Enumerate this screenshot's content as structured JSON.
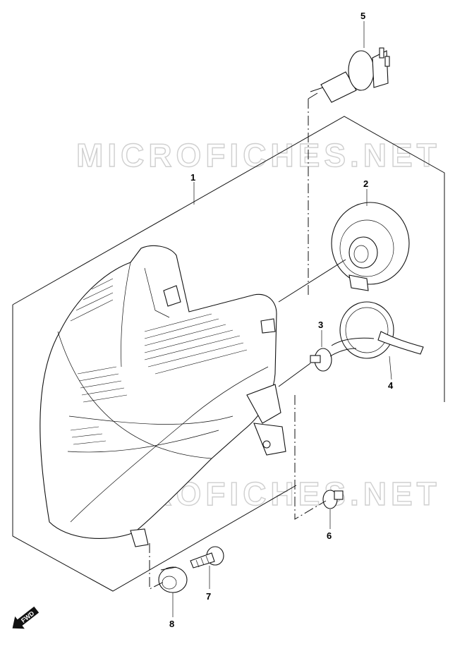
{
  "watermark": "MICROFICHES.NET",
  "fwd_label": "FWD",
  "callouts": [
    {
      "id": "callout-1",
      "label": "1"
    },
    {
      "id": "callout-2",
      "label": "2"
    },
    {
      "id": "callout-3",
      "label": "3"
    },
    {
      "id": "callout-4",
      "label": "4"
    },
    {
      "id": "callout-5",
      "label": "5"
    },
    {
      "id": "callout-6",
      "label": "6"
    },
    {
      "id": "callout-7",
      "label": "7"
    },
    {
      "id": "callout-8",
      "label": "8"
    }
  ]
}
